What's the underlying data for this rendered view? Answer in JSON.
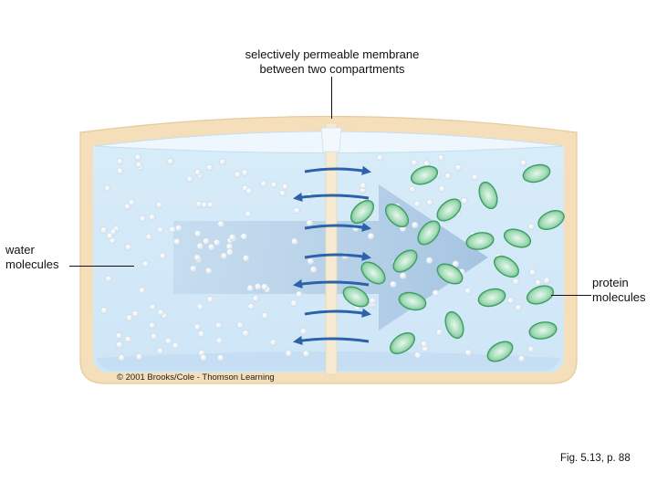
{
  "labels": {
    "membrane": [
      "selectively permeable membrane",
      "between two compartments"
    ],
    "water": [
      "water",
      "molecules"
    ],
    "protein": [
      "protein",
      "molecules"
    ]
  },
  "copyright": "© 2001 Brooks/Cole - Thomson Learning",
  "figure_caption": "Fig. 5.13, p. 88",
  "colors": {
    "container_rim": "#f4dcb6",
    "water": "#d3e9f8",
    "water_surface": "#e8f4fc",
    "big_arrow": "#a9c6e2",
    "small_arrows": "#2b62a8",
    "protein_fill": "#8fd2a6",
    "protein_edge": "#3d9c62"
  },
  "icons": [
    "water-molecule-dot",
    "protein-molecule-ellipse",
    "diffusion-arrow",
    "flow-arrow"
  ]
}
